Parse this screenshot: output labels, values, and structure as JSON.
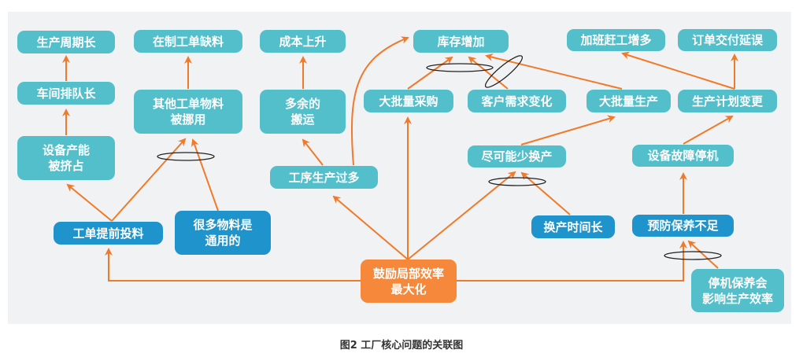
{
  "colors": {
    "effect": "#52bfcb",
    "root_cause": "#1f93cc",
    "core": "#f5883b",
    "arrow": "#f07a2a",
    "panel": "#f1f2f4"
  },
  "nodes": {
    "cycle_long": "生产周期长",
    "wip_shortage": "在制工单缺料",
    "cost_up": "成本上升",
    "inventory_up": "库存增加",
    "overtime_up": "加班赶工增多",
    "delivery_delay": "订单交付延误",
    "queue_long": "车间排队长",
    "material_diverted": "其他工单物料\n被挪用",
    "extra_handling": "多余的\n搬运",
    "bulk_purchase": "大批量采购",
    "demand_change": "客户需求变化",
    "bulk_production": "大批量生产",
    "plan_change": "生产计划变更",
    "capacity_occupied": "设备产能\n被挤占",
    "overproduction": "工序生产过多",
    "min_changeover": "尽可能少换产",
    "breakdown": "设备故障停机",
    "early_release": "工单提前投料",
    "common_materials": "很多物料是\n通用的",
    "long_changeover": "换产时间长",
    "insufficient_pm": "预防保养不足",
    "local_efficiency": "鼓励局部效率\n最大化",
    "pm_affects_efficiency": "停机保养会\n影响生产效率"
  },
  "caption": "图2  工厂核心问题的关联图"
}
